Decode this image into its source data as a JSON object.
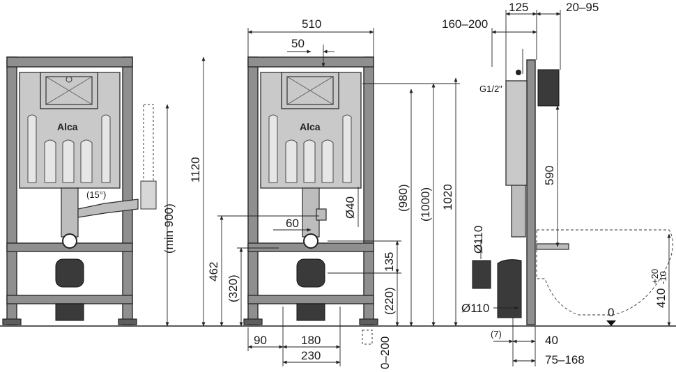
{
  "logo": "Alca",
  "dimensions": {
    "front_left": {
      "angle": "(15°)",
      "min_height": "(min 900)",
      "height": "1120"
    },
    "front_right": {
      "width": "510",
      "offset_top": "50",
      "pipe_dia": "Ø40",
      "offset_60": "60",
      "h_980": "(980)",
      "h_1000": "(1000)",
      "h_1020": "1020",
      "h_462": "462",
      "h_320": "(320)",
      "h_135": "135",
      "h_220": "(220)",
      "w_90": "90",
      "w_180": "180",
      "w_230": "230",
      "range_0_200": "0–200"
    },
    "side": {
      "d_125": "125",
      "d_20_95": "20–95",
      "d_160_200": "160–200",
      "g12": "G1/2\"",
      "h_590": "590",
      "dia_110_a": "Ø110",
      "dia_110_b": "Ø110",
      "h_410": "410",
      "tol_plus": "+20",
      "tol_minus": "-10",
      "zero": "0",
      "d_7": "(7)",
      "d_40": "40",
      "d_75_168": "75–168"
    }
  }
}
